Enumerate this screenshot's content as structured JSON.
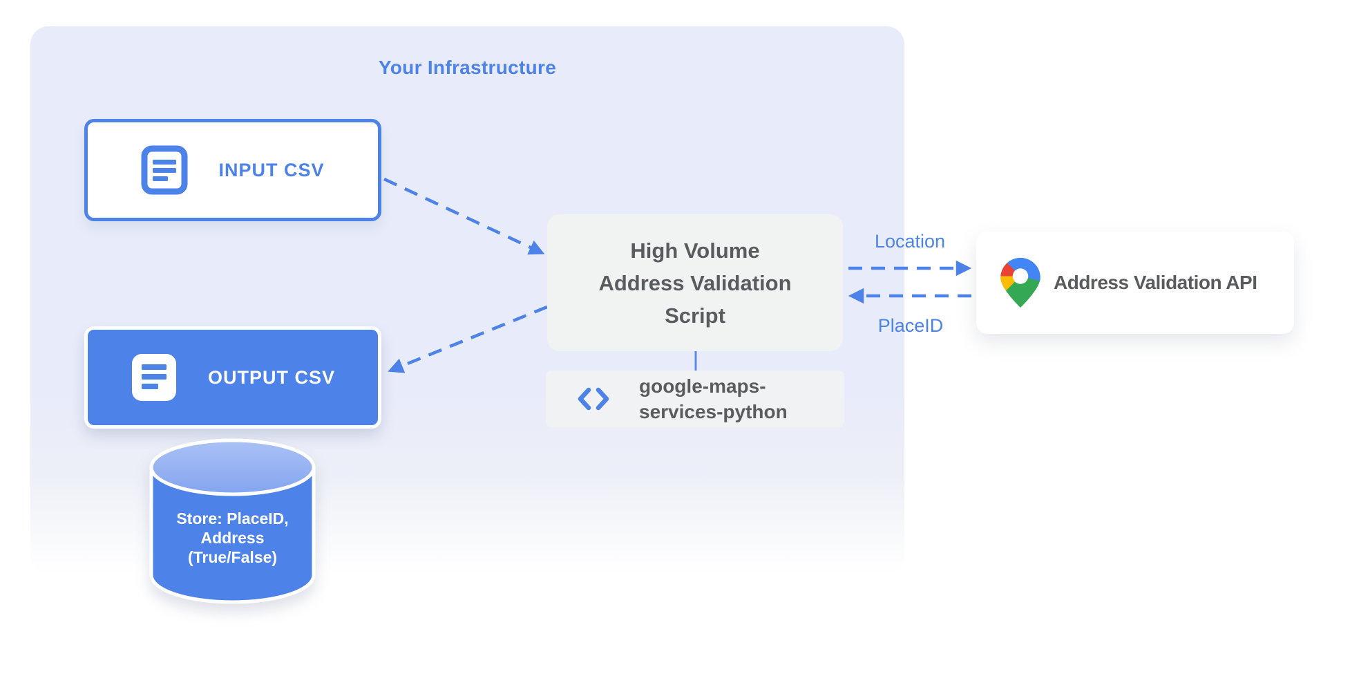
{
  "infrastructure": {
    "title": "Your Infrastructure"
  },
  "nodes": {
    "input_csv": {
      "label": "INPUT CSV",
      "icon": "document-icon"
    },
    "output_csv": {
      "label": "OUTPUT CSV",
      "icon": "document-icon"
    },
    "datastore": {
      "lines": [
        "Store: PlaceID,",
        "Address",
        "(True/False)"
      ],
      "icon": "database-cylinder"
    },
    "script": {
      "lines": [
        "High Volume",
        "Address Validation",
        "Script"
      ]
    },
    "library": {
      "lines": [
        "google-maps-",
        "services-python"
      ],
      "icon": "code-icon"
    },
    "api": {
      "label": "Address Validation API",
      "icon": "google-maps-pin-icon"
    }
  },
  "edges": {
    "location_label": "Location",
    "placeid_label": "PlaceID"
  },
  "colors": {
    "primary_blue": "#4d82e8",
    "container_lavender": "#e8ecfa",
    "box_gray": "#f1f2f2",
    "text_gray": "#595c5f",
    "pin_blue": "#4285F4",
    "pin_red": "#EA4335",
    "pin_yellow": "#FBBC04",
    "pin_green": "#34A853"
  }
}
